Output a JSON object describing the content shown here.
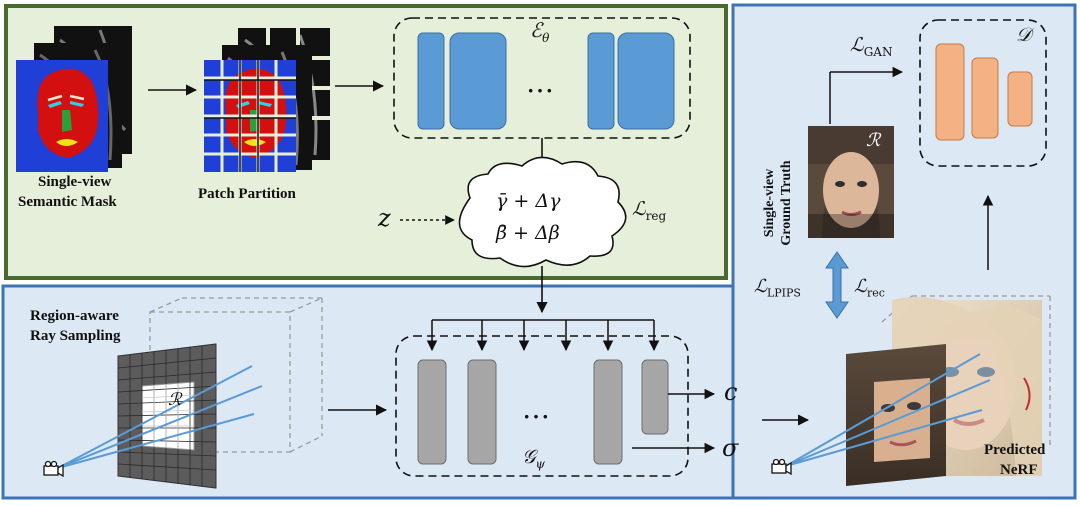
{
  "labels": {
    "semantic_mask": [
      "Single-view",
      "Semantic Mask"
    ],
    "patch_partition": "Patch Partition",
    "encoder": "ℰ",
    "encoder_sub": "θ",
    "ellipsis_top": "…",
    "z": "z",
    "gamma_line": "γ̄ + Δγ",
    "beta_line": "β̄ + Δβ",
    "loss_reg": "ℒ",
    "loss_reg_sub": "reg",
    "loss_gan": "ℒ",
    "loss_gan_sub": "GAN",
    "disc": "𝒟",
    "ground_truth": [
      "Single-view",
      "Ground Truth"
    ],
    "region_gt": "ℛ",
    "loss_lpips": "ℒ",
    "loss_lpips_sub": "LPIPS",
    "loss_rec": "ℒ",
    "loss_rec_sub": "rec",
    "ray_sampling": [
      "Region-aware",
      "Ray Sampling"
    ],
    "region_grid": "ℛ",
    "generator": "𝒢",
    "generator_sub": "ψ",
    "ellipsis_bottom": "…",
    "out_c": "c",
    "out_sigma": "σ",
    "predicted": [
      "Predicted",
      "NeRF"
    ]
  },
  "colors": {
    "green_panel": "#e6efd9",
    "green_border": "#4a6b2e",
    "blue_panel": "#dce8f4",
    "blue_border": "#3e74b5",
    "encoder_block": "#5b9bd5",
    "encoder_stroke": "#3a6fa3",
    "disc_block": "#f4b183",
    "disc_stroke": "#c97a45",
    "gen_block": "#a6a6a6",
    "gen_stroke": "#6e6e6e",
    "mask_blue": "#1f3fd6",
    "mask_red": "#d40f0f",
    "mask_green": "#2e9e3a",
    "mask_yellow": "#f2e21a",
    "mask_cyan": "#2ecfe6"
  },
  "icons": [
    "camera-icon",
    "double-arrow-icon"
  ]
}
